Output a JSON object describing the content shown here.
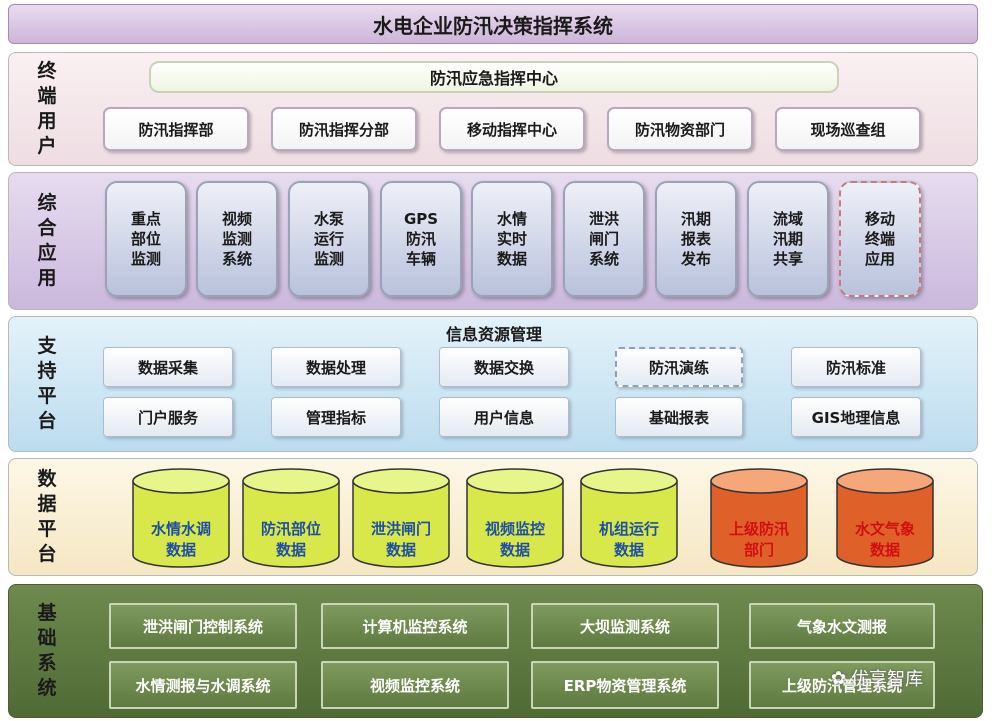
{
  "title": "水电企业防汛决策指挥系统",
  "terminal": {
    "label": [
      "终",
      "端",
      "用",
      "户"
    ],
    "center": "防汛应急指挥中心",
    "items": [
      "防汛指挥部",
      "防汛指挥分部",
      "移动指挥中心",
      "防汛物资部门",
      "现场巡查组"
    ]
  },
  "apps": {
    "label": [
      "综",
      "合",
      "应",
      "用"
    ],
    "items": [
      [
        "重点",
        "部位",
        "监测"
      ],
      [
        "视频",
        "监测",
        "系统"
      ],
      [
        "水泵",
        "运行",
        "监测"
      ],
      [
        "GPS",
        "防汛",
        "车辆"
      ],
      [
        "水情",
        "实时",
        "数据"
      ],
      [
        "泄洪",
        "闸门",
        "系统"
      ],
      [
        "汛期",
        "报表",
        "发布"
      ],
      [
        "流域",
        "汛期",
        "共享"
      ],
      [
        "移动",
        "终端",
        "应用"
      ]
    ]
  },
  "support": {
    "label": [
      "支",
      "持",
      "平",
      "台"
    ],
    "header": "信息资源管理",
    "row1": [
      "数据采集",
      "数据处理",
      "数据交换",
      "防汛演练",
      "防汛标准"
    ],
    "row2": [
      "门户服务",
      "管理指标",
      "用户信息",
      "基础报表",
      "GIS地理信息"
    ]
  },
  "data_platform": {
    "label": [
      "数",
      "据",
      "平",
      "台"
    ],
    "items": [
      {
        "lines": [
          "水情水调",
          "数据"
        ],
        "color": "yellow"
      },
      {
        "lines": [
          "防汛部位",
          "数据"
        ],
        "color": "yellow"
      },
      {
        "lines": [
          "泄洪闸门",
          "数据"
        ],
        "color": "yellow"
      },
      {
        "lines": [
          "视频监控",
          "数据"
        ],
        "color": "yellow"
      },
      {
        "lines": [
          "机组运行",
          "数据"
        ],
        "color": "yellow"
      },
      {
        "lines": [
          "上级防汛",
          "部门"
        ],
        "color": "orange"
      },
      {
        "lines": [
          "水文气象",
          "数据"
        ],
        "color": "orange"
      }
    ]
  },
  "base": {
    "label": [
      "基",
      "础",
      "系",
      "统"
    ],
    "row1": [
      "泄洪闸门控制系统",
      "计算机监控系统",
      "大坝监测系统",
      "气象水文测报"
    ],
    "row2": [
      "水情测报与水调系统",
      "视频监控系统",
      "ERP物资管理系统",
      "上级防汛管理系统"
    ]
  },
  "watermark": "优享智库",
  "colors": {
    "yellow_top": "#e8f58a",
    "yellow_body": "#d8e84a",
    "orange_top": "#f5a77a",
    "orange_body": "#e0602a",
    "yellow_text": "#1f4fa3",
    "orange_text": "#d01010"
  }
}
